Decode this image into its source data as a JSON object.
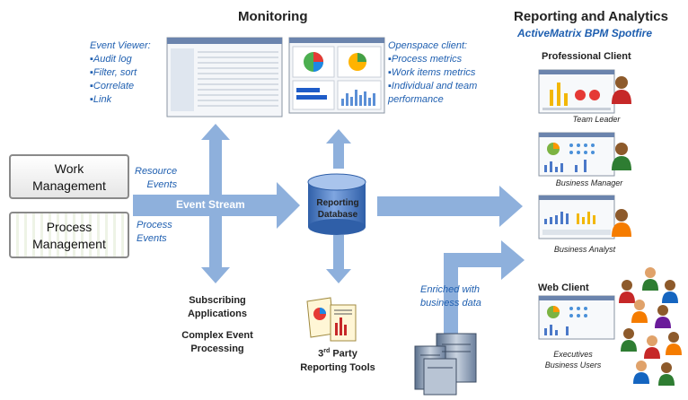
{
  "monitoring": {
    "title": "Monitoring",
    "event_viewer": {
      "title": "Event Viewer:",
      "items": [
        "Audit log",
        "Filter, sort",
        "Correlate",
        "Link"
      ]
    },
    "openspace": {
      "title": "Openspace client:",
      "items": [
        "Process metrics",
        "Work items metrics",
        "Individual and team performance"
      ]
    }
  },
  "reporting": {
    "title": "Reporting and Analytics",
    "subtitle": "ActiveMatrix BPM Spotfire",
    "professional_client": "Professional Client",
    "roles": [
      "Team Leader",
      "Business Manager",
      "Business Analyst"
    ],
    "web_client": "Web Client",
    "web_users": [
      "Executives",
      "Business Users"
    ]
  },
  "sources": {
    "work_management": [
      "Work",
      "Management"
    ],
    "process_management": [
      "Process",
      "Management"
    ],
    "resource_events": [
      "Resource",
      "Events"
    ],
    "process_events": [
      "Process",
      "Events"
    ]
  },
  "event_stream": "Event Stream",
  "database": [
    "Reporting",
    "Database"
  ],
  "subscribing": [
    "Subscribing",
    "Applications"
  ],
  "cep": [
    "Complex Event",
    "Processing"
  ],
  "third_party": {
    "prefix": "3",
    "superscript": "rd",
    "suffix": " Party",
    "line2": "Reporting Tools"
  },
  "enriched": [
    "Enriched with",
    "business data"
  ],
  "colors": {
    "arrow": "#8eb0dc",
    "accent_text": "#1f5fb0",
    "database": "#4a7cc6"
  },
  "icons": [
    "dashboard-screenshot-icon",
    "user-icon",
    "document-icon",
    "server-icon",
    "database-icon"
  ]
}
